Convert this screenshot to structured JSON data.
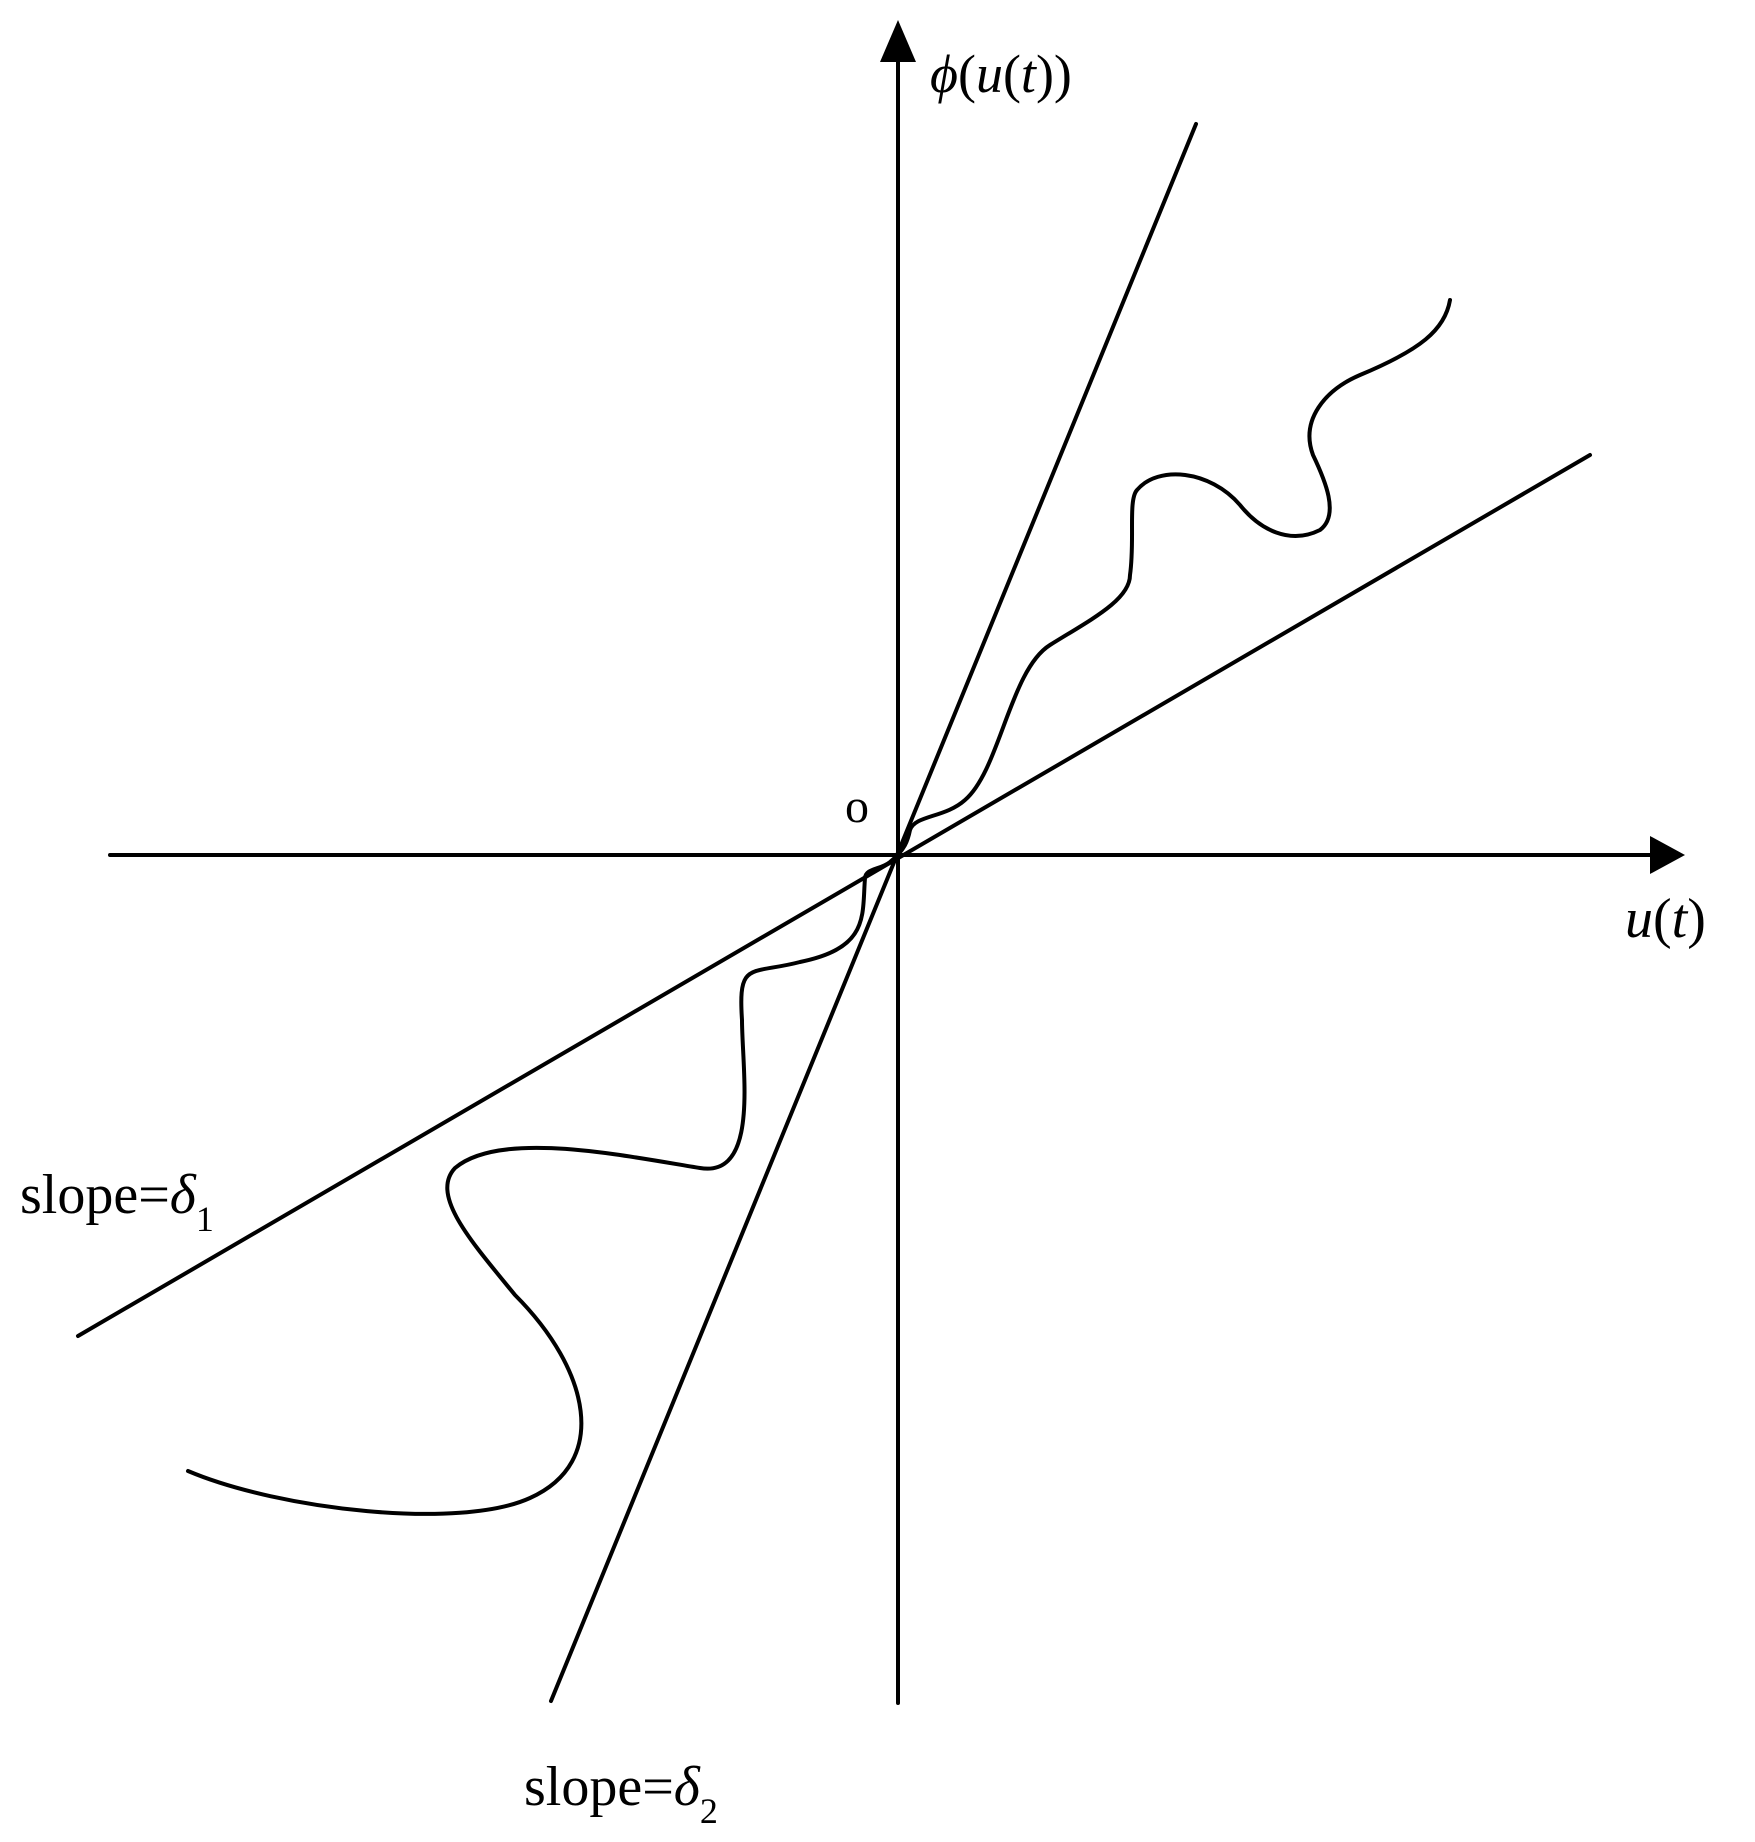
{
  "axes": {
    "x_label": {
      "text_before": "u",
      "open_paren": "(",
      "variable": "t",
      "close_paren": ")"
    },
    "y_label": {
      "phi": "ϕ",
      "open_paren_outer": "(",
      "u": "u",
      "open_paren_inner": "(",
      "t": "t",
      "close_parens": "))"
    },
    "origin_label": "o"
  },
  "bounds": [
    {
      "prefix": "slope=",
      "symbol": "δ",
      "subscript": "1"
    },
    {
      "prefix": "slope=",
      "symbol": "δ",
      "subscript": "2"
    }
  ],
  "colors": {
    "stroke": "#000000",
    "background": "#ffffff"
  }
}
